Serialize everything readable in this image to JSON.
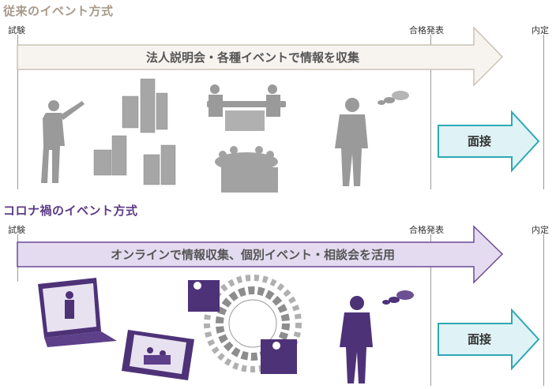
{
  "sections": [
    {
      "title": "従来のイベント方式",
      "label_start": "試験",
      "label_mid": "合格発表",
      "label_end": "内定",
      "main_arrow": "法人説明会・各種イベントで情報を収集",
      "side_arrow": "面接",
      "title_color": "#a79a8a",
      "arrow_fill": "#f7f4ef",
      "arrow_stroke": "#cbc2b6",
      "figure_color": "#9a9a9a"
    },
    {
      "title": "コロナ禍のイベント方式",
      "label_start": "試験",
      "label_mid": "合格発表",
      "label_end": "内定",
      "main_arrow": "オンラインで情報収集、個別イベント・相談会を活用",
      "side_arrow": "面接",
      "title_color": "#5b3a86",
      "arrow_fill": "#e4dbf0",
      "arrow_stroke": "#6a4a96",
      "figure_color": "#4e3278"
    }
  ],
  "side_arrow_fill": "#dff2f5",
  "side_arrow_stroke": "#2fa8b4"
}
